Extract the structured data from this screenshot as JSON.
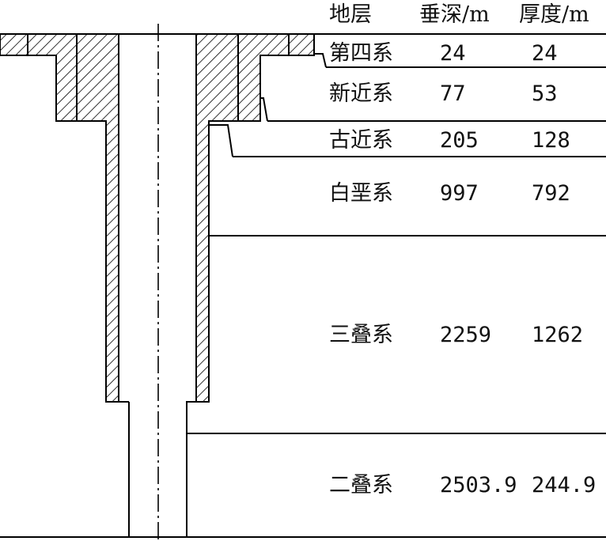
{
  "header": {
    "stratum": "地层",
    "depth": "垂深/m",
    "thickness": "厚度/m"
  },
  "strata": [
    {
      "name": "第四系",
      "depth": "24",
      "thickness": "24"
    },
    {
      "name": "新近系",
      "depth": "77",
      "thickness": "53"
    },
    {
      "name": "古近系",
      "depth": "205",
      "thickness": "128"
    },
    {
      "name": "白垩系",
      "depth": "997",
      "thickness": "792"
    },
    {
      "name": "三叠系",
      "depth": "2259",
      "thickness": "1262"
    },
    {
      "name": "二叠系",
      "depth": "2503.9",
      "thickness": "244.9"
    }
  ]
}
